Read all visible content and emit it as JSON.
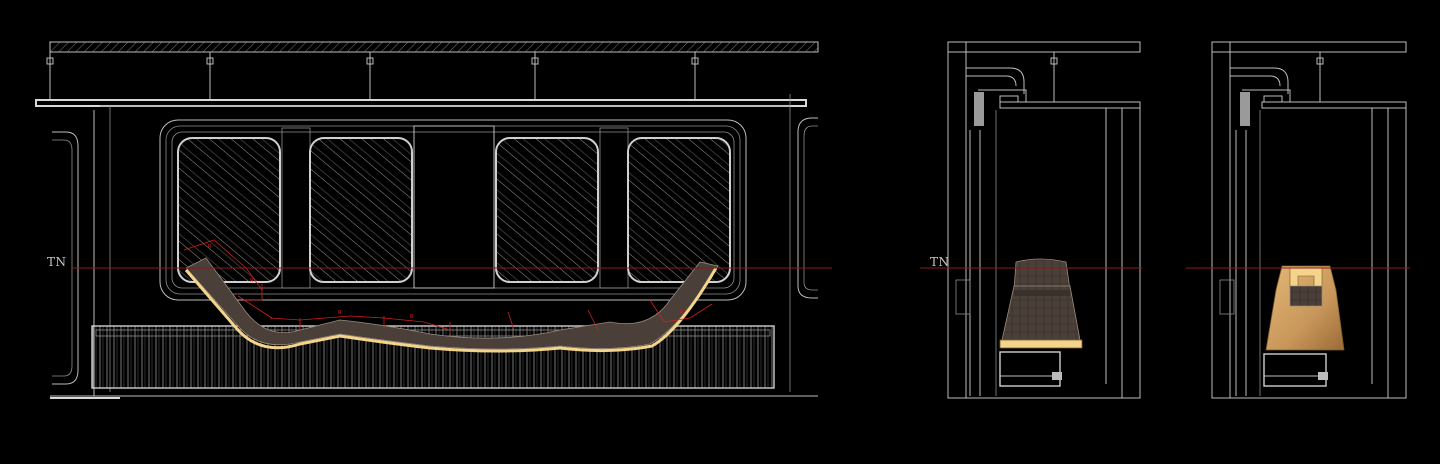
{
  "levels": [
    {
      "id": "front",
      "label": "TN"
    },
    {
      "id": "side-a",
      "label": "TN"
    }
  ],
  "colors": {
    "background": "#000000",
    "linework": "#bdbdbd",
    "level_line": "#8a1a1a",
    "dimension": "#d21f1f",
    "upholstery": "#4a3f39",
    "wood": "#c8965a",
    "led": "#f3d48a"
  }
}
